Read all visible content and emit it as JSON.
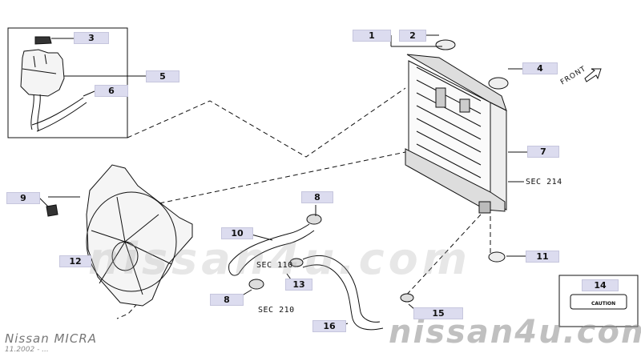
{
  "callouts": [
    {
      "id": "1",
      "label": "1"
    },
    {
      "id": "2",
      "label": "2"
    },
    {
      "id": "3",
      "label": "3"
    },
    {
      "id": "4",
      "label": "4"
    },
    {
      "id": "5",
      "label": "5"
    },
    {
      "id": "6",
      "label": "6"
    },
    {
      "id": "7",
      "label": "7"
    },
    {
      "id": "8a",
      "label": "8"
    },
    {
      "id": "9",
      "label": "9"
    },
    {
      "id": "10",
      "label": "10"
    },
    {
      "id": "11",
      "label": "11"
    },
    {
      "id": "12",
      "label": "12"
    },
    {
      "id": "13",
      "label": "13"
    },
    {
      "id": "8b",
      "label": "8"
    },
    {
      "id": "14",
      "label": "14"
    },
    {
      "id": "15",
      "label": "15"
    },
    {
      "id": "16",
      "label": "16"
    }
  ],
  "section_refs": {
    "radiator": "SEC 214",
    "hose": "SEC 110",
    "fan": "SEC 210"
  },
  "front_label": "FRONT",
  "watermark_main": "nissan4u.com",
  "watermark_brand": "nissan4u.com",
  "model": "Nissan MICRA",
  "date": "11.2002 - ...",
  "caution_label": "CAUTION",
  "colors": {
    "tag_bg": "#dcdcef",
    "line": "#111111"
  }
}
